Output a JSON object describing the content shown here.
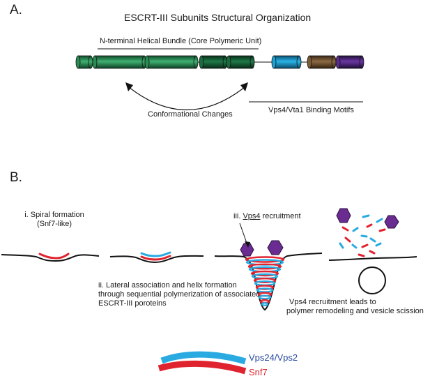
{
  "panel_a": {
    "label": "A.",
    "title": "ESCRT-III Subunits Structural Organization",
    "n_terminal_label": "N-terminal Helical Bundle (Core Polymeric Unit)",
    "conformational_label": "Conformational Changes",
    "binding_label": "Vps4/Vta1 Binding Motifs",
    "colors": {
      "green": "#2f9a5c",
      "dark_green": "#1c6b3f",
      "blue": "#1ba3d6",
      "brown": "#7b5a36",
      "purple": "#5b2b8c"
    }
  },
  "panel_b": {
    "label": "B.",
    "step1_line1": "i. Spiral formation",
    "step1_line2": "(Snf7-like)",
    "step2_line1": "ii. Lateral association and helix formation",
    "step2_line2": "through sequential polymerization of associated",
    "step2_line3": "ESCRT-III poroteins",
    "step3_prefix": "iii. ",
    "step3_underlined": "Vps4",
    "step3_suffix": " recruitment",
    "step4_line1": "Vps4 recruitment leads to",
    "step4_line2": "polymer remodeling and vesicle scission",
    "colors": {
      "red": "#e0242f",
      "blue": "#29abe2",
      "purple": "#6a2c91",
      "membrane": "#111111"
    }
  },
  "legend": {
    "blue_label": "Vps24/Vps2",
    "red_label": "Snf7",
    "blue_color": "#2a4aa0",
    "red_color": "#e0242f"
  }
}
